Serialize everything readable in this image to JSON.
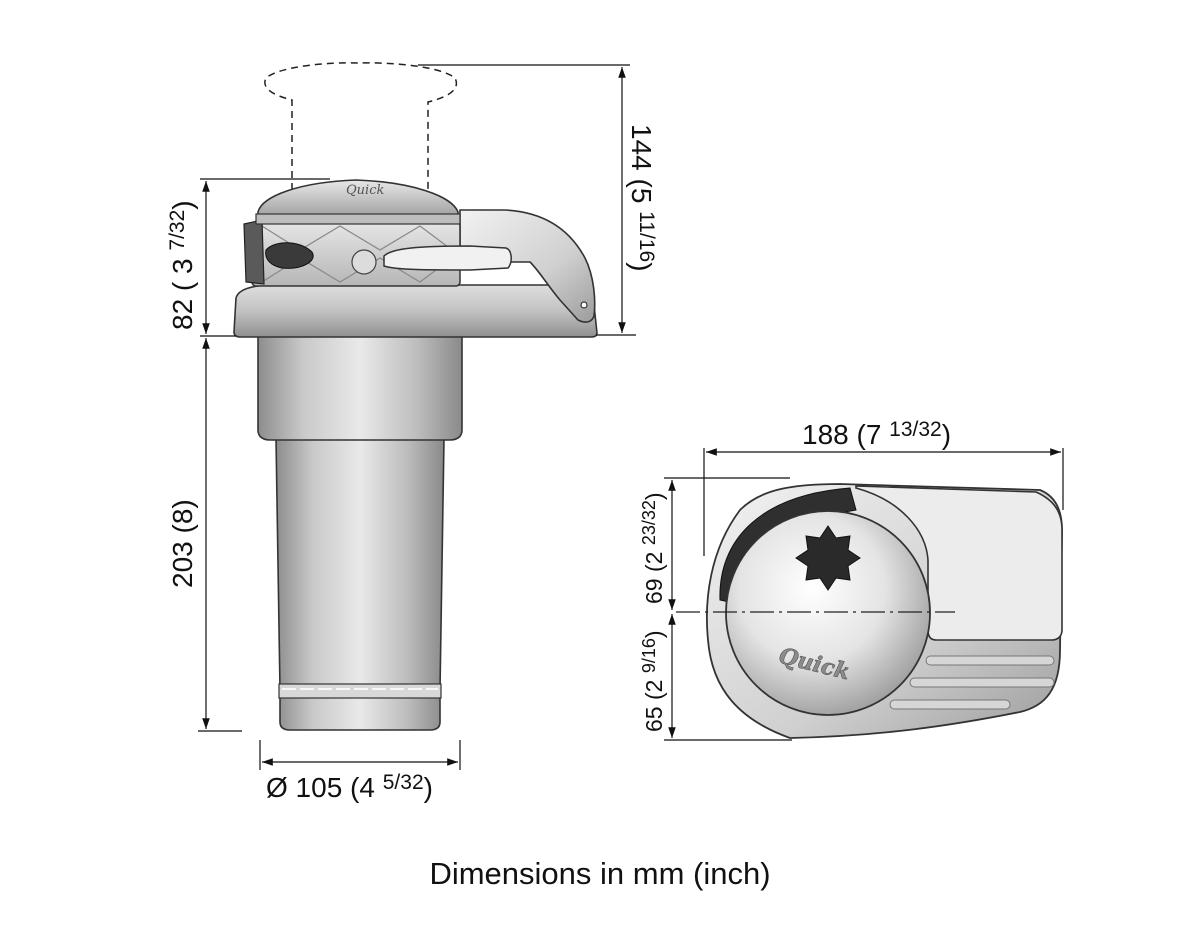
{
  "dimensions": {
    "top_height": {
      "main": "82 ( 3 ",
      "frac_num": "7",
      "frac_sep": "/",
      "frac_den": "32",
      "close": ")"
    },
    "clearance_height": {
      "main": "144 (5 ",
      "frac_num": "11",
      "frac_sep": "/",
      "frac_den": "16",
      "close": ")"
    },
    "below_deck_height": "203 (8)",
    "diameter": {
      "main": "Ø 105 (4 ",
      "frac_num": "5",
      "frac_sep": "/",
      "frac_den": "32",
      "close": ")"
    },
    "length": {
      "main": "188 (7 ",
      "frac_num": "13",
      "frac_sep": "/",
      "frac_den": "32",
      "close": ")"
    },
    "front_offset": {
      "main": "69 (2 ",
      "frac_num": "23",
      "frac_sep": "/",
      "frac_den": "32",
      "close": ")"
    },
    "rear_offset": {
      "main": "65 (2 ",
      "frac_num": "9",
      "frac_sep": "/",
      "frac_den": "16",
      "close": ")"
    }
  },
  "brand": {
    "logo_text": "Quick"
  },
  "caption": "Dimensions in mm (inch)"
}
